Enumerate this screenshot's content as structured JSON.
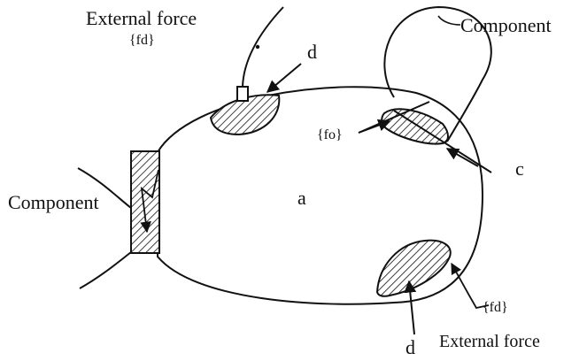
{
  "labels": {
    "external_force_top": "External force",
    "fd_top": "{fd}",
    "d_top": "d",
    "component_right": "Component",
    "fo": "{fo}",
    "c": "c",
    "component_left": "Component",
    "a": "a",
    "fd_bottom": "{fd}",
    "external_force_bottom": "External force",
    "d_bottom": "d"
  },
  "colors": {
    "ink": "#111111",
    "background": "#ffffff"
  }
}
